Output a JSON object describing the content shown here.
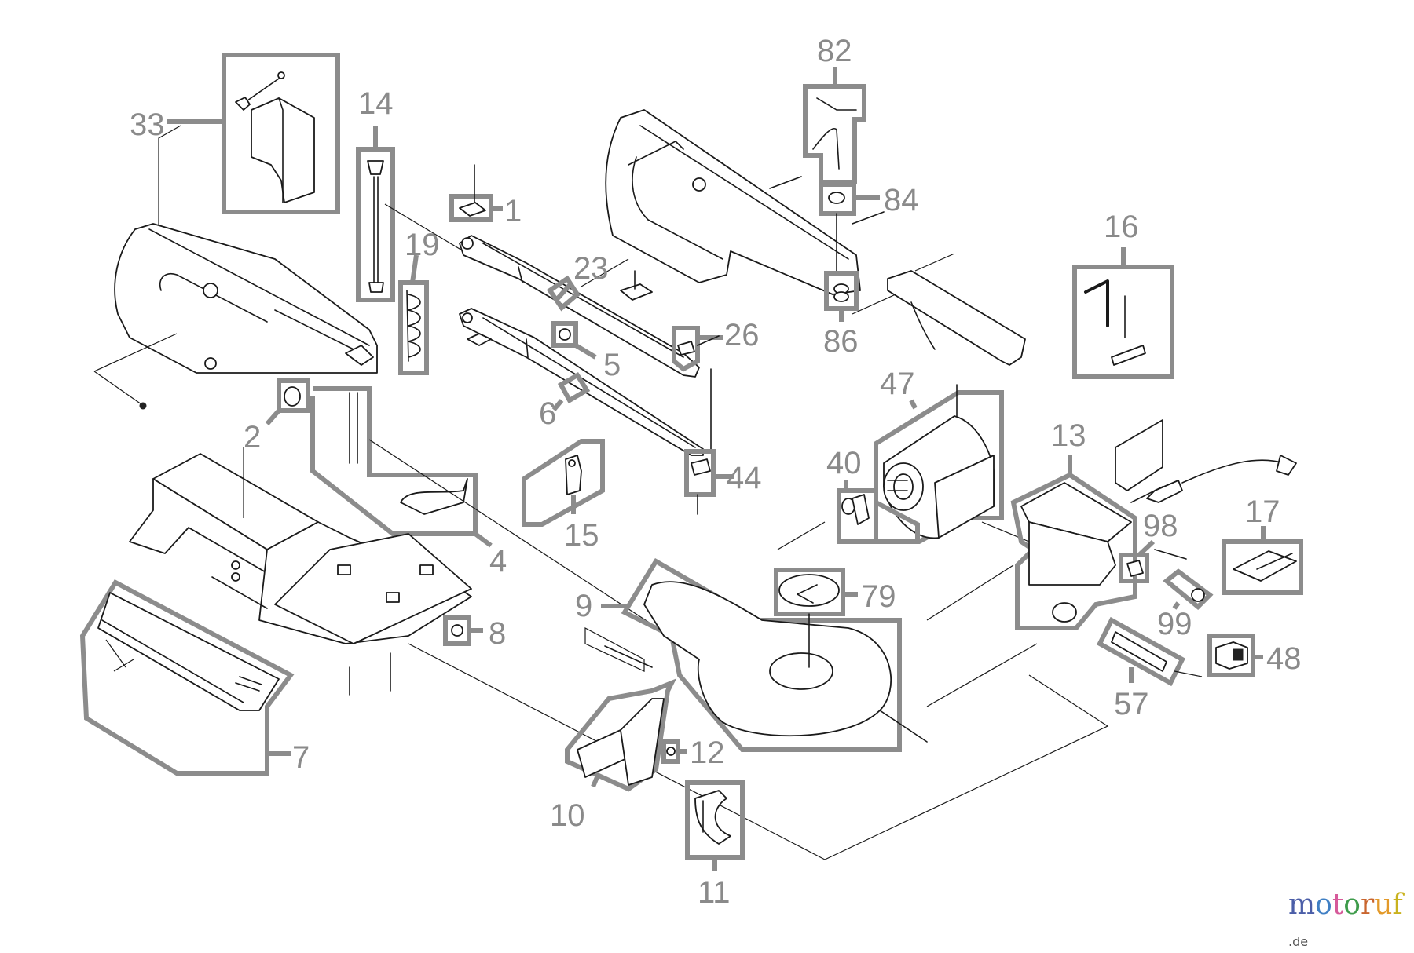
{
  "diagram": {
    "type": "exploded-parts-diagram",
    "subject": "scroll saw",
    "label_color": "#8a8a8a",
    "callout_color": "#8c8c8c",
    "part_labels": [
      {
        "id": "1",
        "text": "1"
      },
      {
        "id": "2",
        "text": "2"
      },
      {
        "id": "4",
        "text": "4"
      },
      {
        "id": "5",
        "text": "5"
      },
      {
        "id": "6",
        "text": "6"
      },
      {
        "id": "7",
        "text": "7"
      },
      {
        "id": "8",
        "text": "8"
      },
      {
        "id": "9",
        "text": "9"
      },
      {
        "id": "10",
        "text": "10"
      },
      {
        "id": "11",
        "text": "11"
      },
      {
        "id": "12",
        "text": "12"
      },
      {
        "id": "13",
        "text": "13"
      },
      {
        "id": "14",
        "text": "14"
      },
      {
        "id": "15",
        "text": "15"
      },
      {
        "id": "16",
        "text": "16"
      },
      {
        "id": "17",
        "text": "17"
      },
      {
        "id": "19",
        "text": "19"
      },
      {
        "id": "23",
        "text": "23"
      },
      {
        "id": "26",
        "text": "26"
      },
      {
        "id": "33",
        "text": "33"
      },
      {
        "id": "40",
        "text": "40"
      },
      {
        "id": "44",
        "text": "44"
      },
      {
        "id": "47",
        "text": "47"
      },
      {
        "id": "48",
        "text": "48"
      },
      {
        "id": "57",
        "text": "57"
      },
      {
        "id": "79",
        "text": "79"
      },
      {
        "id": "82",
        "text": "82"
      },
      {
        "id": "84",
        "text": "84"
      },
      {
        "id": "86",
        "text": "86"
      },
      {
        "id": "98",
        "text": "98"
      },
      {
        "id": "99",
        "text": "99"
      }
    ]
  },
  "watermark": {
    "letters": [
      {
        "ch": "m",
        "color": "#4b5ea8"
      },
      {
        "ch": "o",
        "color": "#3f7fc4"
      },
      {
        "ch": "t",
        "color": "#d65a9a"
      },
      {
        "ch": "o",
        "color": "#3d9b4a"
      },
      {
        "ch": "r",
        "color": "#c9652e"
      },
      {
        "ch": "u",
        "color": "#e39a2a"
      },
      {
        "ch": "f",
        "color": "#c9b21e"
      }
    ],
    "tld": ".de"
  }
}
